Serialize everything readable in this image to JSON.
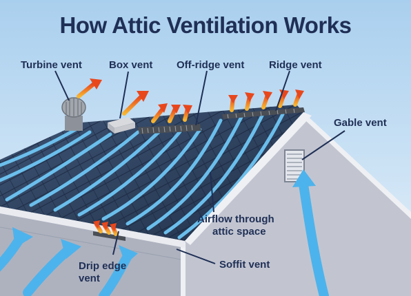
{
  "title": "How Attic Ventilation Works",
  "labels": {
    "turbine_vent": "Turbine vent",
    "box_vent": "Box vent",
    "off_ridge_vent": "Off-ridge vent",
    "ridge_vent": "Ridge vent",
    "gable_vent": "Gable vent",
    "airflow_line1": "Airflow through",
    "airflow_line2": "attic space",
    "drip_edge_line1": "Drip edge",
    "drip_edge_line2": "vent",
    "soffit_vent": "Soffit vent"
  },
  "colors": {
    "sky_top": "#a9cfee",
    "sky_bottom": "#e6f1fa",
    "roof_shingle": "#2c3f5c",
    "wall": "#c2c5d0",
    "airflow_blue": "#4db3ec",
    "exhaust_orange": "#f07c22",
    "label_navy": "#1f2f55"
  }
}
